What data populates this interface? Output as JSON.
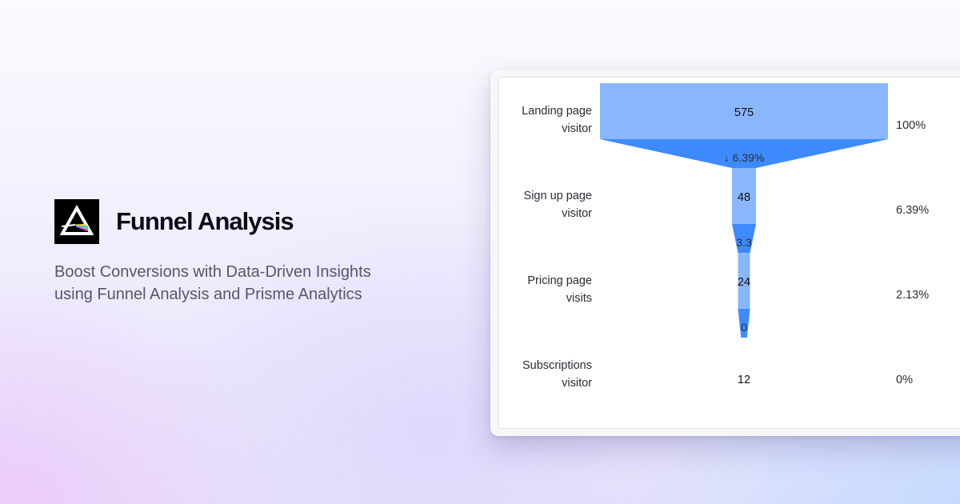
{
  "hero": {
    "title": "Funnel Analysis",
    "subtitle_line1": "Boost Conversions with Data-Driven Insights",
    "subtitle_line2": "using Funnel Analysis and Prisme Analytics",
    "logo_icon": "prism-triangle-icon"
  },
  "colors": {
    "bar": "#8ab6fb",
    "connector": "#3d8bff",
    "text": "#2b2b33"
  },
  "chart_data": {
    "type": "funnel",
    "steps": [
      {
        "label_line1": "Landing page",
        "label_line2": "visitor",
        "value": 575,
        "percent": "100%"
      },
      {
        "label_line1": "Sign up page",
        "label_line2": "visitor",
        "value": 48,
        "percent": "6.39%"
      },
      {
        "label_line1": "Pricing page",
        "label_line2": "visits",
        "value": 24,
        "percent": "2.13%"
      },
      {
        "label_line1": "Subscriptions",
        "label_line2": "visitor",
        "value": 12,
        "percent": "0%"
      }
    ],
    "conversions": [
      "6.39%",
      "3.3",
      "0"
    ],
    "conversion_arrow": "↓"
  }
}
